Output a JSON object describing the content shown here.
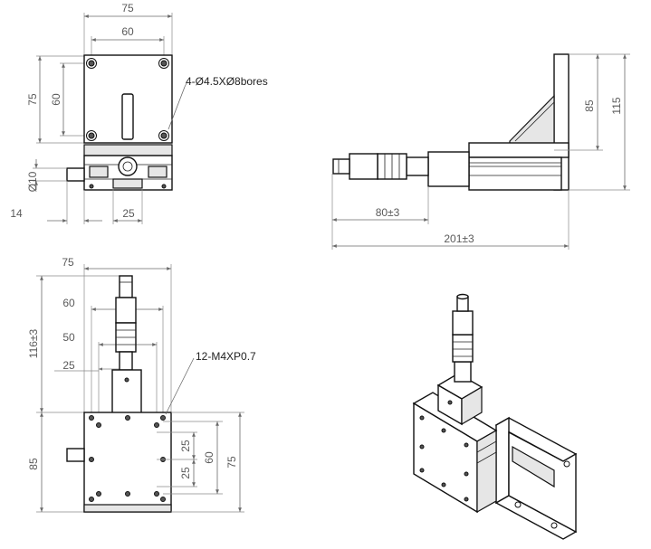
{
  "top_left_view": {
    "dim_width_outer": "75",
    "dim_width_inner": "60",
    "dim_height_outer": "75",
    "dim_height_inner": "60",
    "dim_diameter": "Ø10",
    "dim_offset": "14",
    "dim_center": "25",
    "callout_bores": "4-Ø4.5XØ8bores"
  },
  "side_view": {
    "dim_height_upper": "85",
    "dim_height_total": "115",
    "dim_micrometer": "80±3",
    "dim_total_length": "201±3"
  },
  "bottom_left_view": {
    "dim_width_75": "75",
    "dim_width_60": "60",
    "dim_width_50": "50",
    "dim_width_25": "25",
    "dim_height_116": "116±3",
    "dim_height_85": "85",
    "dim_right_25a": "25",
    "dim_right_25b": "25",
    "dim_right_60": "60",
    "dim_right_75": "75",
    "callout_holes": "12-M4XP0.7"
  },
  "iso_view": {}
}
